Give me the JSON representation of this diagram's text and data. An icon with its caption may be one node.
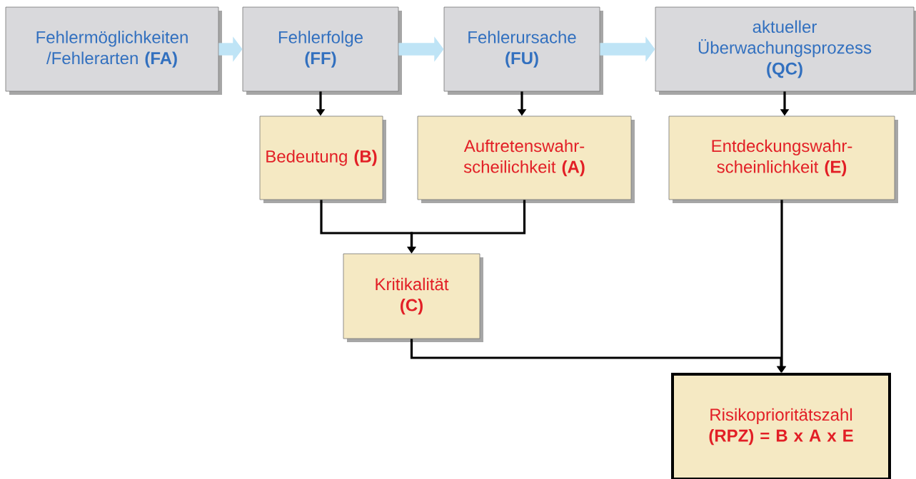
{
  "diagram": {
    "nodes": [
      {
        "text": [
          "Fehlermöglichkeiten /Fehlerarten **(FA)**"
        ]
      },
      {
        "text": [
          "Fehlerfolge **(FF)**"
        ]
      },
      {
        "text": [
          "Fehlerursache **(FU)**"
        ]
      },
      {
        "text": [
          "aktueller Überwachungsprozess **(QC)**"
        ]
      },
      {
        "text": [
          "Bedeutung **(B)**"
        ]
      },
      {
        "text": [
          "Auftretenswahr- scheilichkeit **(A)**"
        ]
      },
      {
        "text": [
          "Entdeckungswahr- scheinlichkeit **(E)**"
        ]
      },
      {
        "text": [
          "Kritikalität **(C)**"
        ]
      },
      {
        "text": [
          "Risikoprioritätszahl **(RPZ) = B x A x E**"
        ]
      }
    ],
    "edges": [
      {
        "from": 0,
        "to": 1,
        "arrow": "to",
        "style": "thick",
        "color": "#bfe4f6"
      },
      {
        "from": 1,
        "to": 2,
        "arrow": "to",
        "style": "thick",
        "color": "#bfe4f6"
      },
      {
        "from": 2,
        "to": 3,
        "arrow": "to",
        "style": "thick",
        "color": "#bfe4f6"
      },
      {
        "from": 1,
        "to": 4,
        "arrow": "to"
      },
      {
        "from": 2,
        "to": 5,
        "arrow": "to"
      },
      {
        "from": 3,
        "to": 6,
        "arrow": "to"
      },
      {
        "from": 4,
        "to": 7,
        "arrow": "to"
      },
      {
        "from": 5,
        "to": 7,
        "arrow": "to"
      },
      {
        "from": 7,
        "to": 8,
        "arrow": "to"
      },
      {
        "from": 6,
        "to": 8,
        "arrow": "to"
      }
    ]
  }
}
